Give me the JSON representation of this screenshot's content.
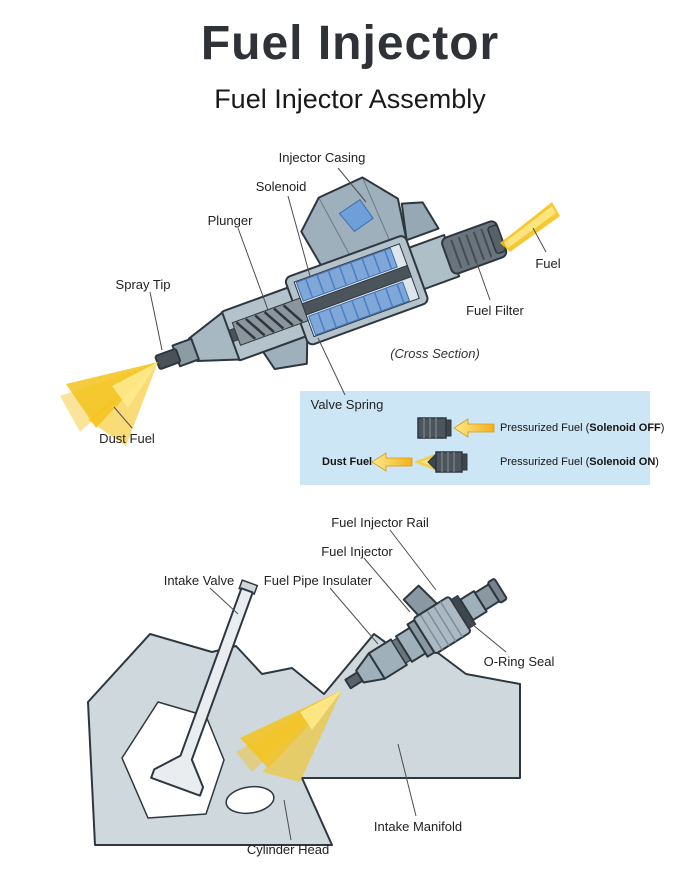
{
  "page": {
    "title": "Fuel Injector",
    "subtitle": "Fuel Injector Assembly"
  },
  "labels": {
    "injector_casing": "Injector Casing",
    "solenoid": "Solenoid",
    "plunger": "Plunger",
    "spray_tip": "Spray Tip",
    "fuel": "Fuel",
    "fuel_filter": "Fuel Filter",
    "cross_section": "(Cross Section)",
    "valve_spring": "Valve Spring",
    "dust_fuel": "Dust Fuel",
    "fuel_injector_rail": "Fuel Injector Rail",
    "fuel_injector": "Fuel Injector",
    "fuel_pipe_insulater": "Fuel Pipe Insulater",
    "intake_valve": "Intake Valve",
    "o_ring_seal": "O-Ring Seal",
    "intake_manifold": "Intake Manifold",
    "cylinder_head": "Cylinder Head"
  },
  "legend": {
    "dust_fuel": "Dust Fuel",
    "pressurized_prefix": "Pressurized Fuel  (",
    "solenoid_off": "Solenoid OFF",
    "solenoid_on": "Solenoid ON",
    "paren_close": ")"
  },
  "colors": {
    "body_gray": "#b3c2cb",
    "dark_outline": "#2e3740",
    "solenoid_blue": "#7fa8d9",
    "fuel_gold": "#f5c31d",
    "legend_bg": "#cde6f5",
    "metal_dark": "#4d555c"
  }
}
